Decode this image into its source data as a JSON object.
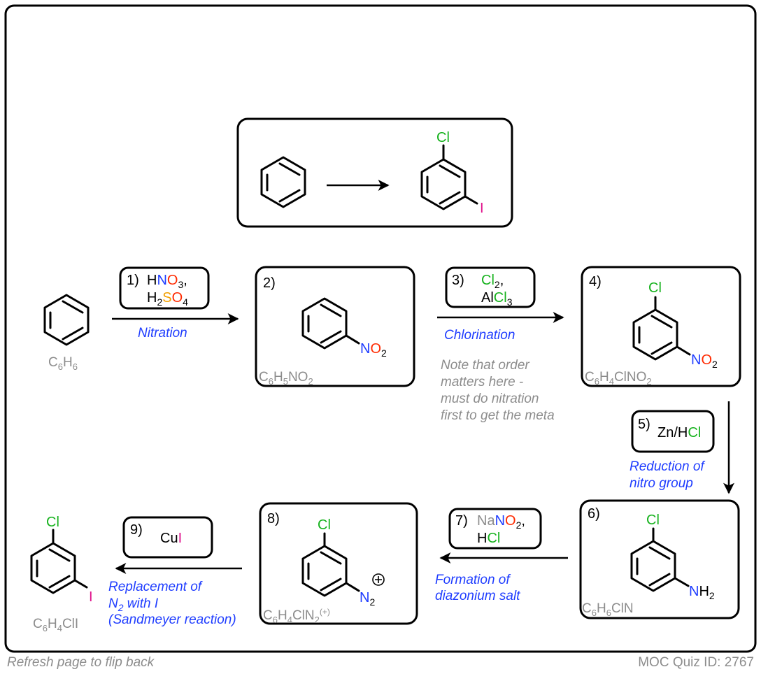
{
  "overview": {
    "product_iodo": "I",
    "product_chloro": "Cl"
  },
  "steps": {
    "s1": {
      "num": "1)",
      "reagent_h": "H",
      "reagent_n": "N",
      "reagent_o": "O",
      "sub3": "3",
      "comma": ",",
      "h2": "H",
      "sub2": "2",
      "s": "S",
      "o4": "O",
      "sub4": "4",
      "label": "Nitration"
    },
    "s2": {
      "num": "2)"
    },
    "s3": {
      "num": "3)",
      "cl2": "Cl",
      "sub2": "2",
      "comma": ",",
      "al": "Al",
      "cl3": "Cl",
      "sub3": "3",
      "label": "Chlorination",
      "note": [
        "Note that order",
        "matters here -",
        "must do nitration",
        "first to get the meta"
      ]
    },
    "s4": {
      "num": "4)"
    },
    "s5": {
      "num": "5)",
      "zn": "Zn/H",
      "cl": "Cl",
      "label": [
        "Reduction of",
        "nitro group"
      ]
    },
    "s6": {
      "num": "6)"
    },
    "s7": {
      "num": "7)",
      "na": "Na",
      "n": "N",
      "o": "O",
      "sub2": "2",
      "comma": ",",
      "h": "H",
      "cl": "Cl",
      "label": [
        "Formation of",
        "diazonium salt"
      ]
    },
    "s8": {
      "num": "8)"
    },
    "s9": {
      "num": "9)",
      "cu": "Cu",
      "i": "I",
      "label": [
        "Replacement of",
        "N",
        "2",
        " with I",
        "(Sandmeyer reaction)"
      ]
    }
  },
  "formulas": {
    "benzene": [
      "C",
      "6",
      "H",
      "6"
    ],
    "nitrobenzene": [
      "C",
      "6",
      "H",
      "5",
      "NO",
      "2"
    ],
    "chloronitro": [
      "C",
      "6",
      "H",
      "4",
      "ClNO",
      "2"
    ],
    "chloroaniline": [
      "C",
      "6",
      "H",
      "6",
      "ClN"
    ],
    "diazonium": [
      "C",
      "6",
      "H",
      "4",
      "ClN",
      "2",
      "(+)"
    ],
    "product": [
      "C",
      "6",
      "H",
      "4",
      "ClI"
    ]
  },
  "atoms": {
    "cl": "Cl",
    "i": "I",
    "n": "N",
    "o": "O",
    "h": "H",
    "sub2": "2",
    "plus": "+"
  },
  "footer": {
    "left": "Refresh page to flip back",
    "right": "MOC Quiz ID: 2767"
  }
}
